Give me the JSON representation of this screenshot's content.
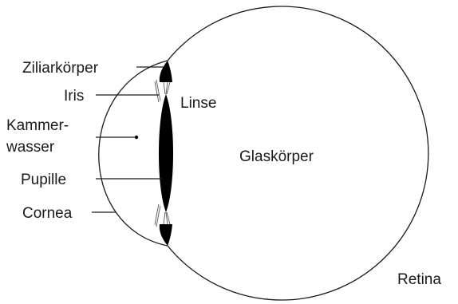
{
  "labels": {
    "ziliarkoerper": "Ziliarkörper",
    "iris": "Iris",
    "kammerwasser_line1": "Kammer-",
    "kammerwasser_line2": "wasser",
    "pupille": "Pupille",
    "cornea": "Cornea",
    "linse": "Linse",
    "glaskoerper": "Glaskörper",
    "retina": "Retina"
  },
  "colors": {
    "line": "#1a1a1a",
    "fill": "#000000",
    "background": "#ffffff"
  }
}
